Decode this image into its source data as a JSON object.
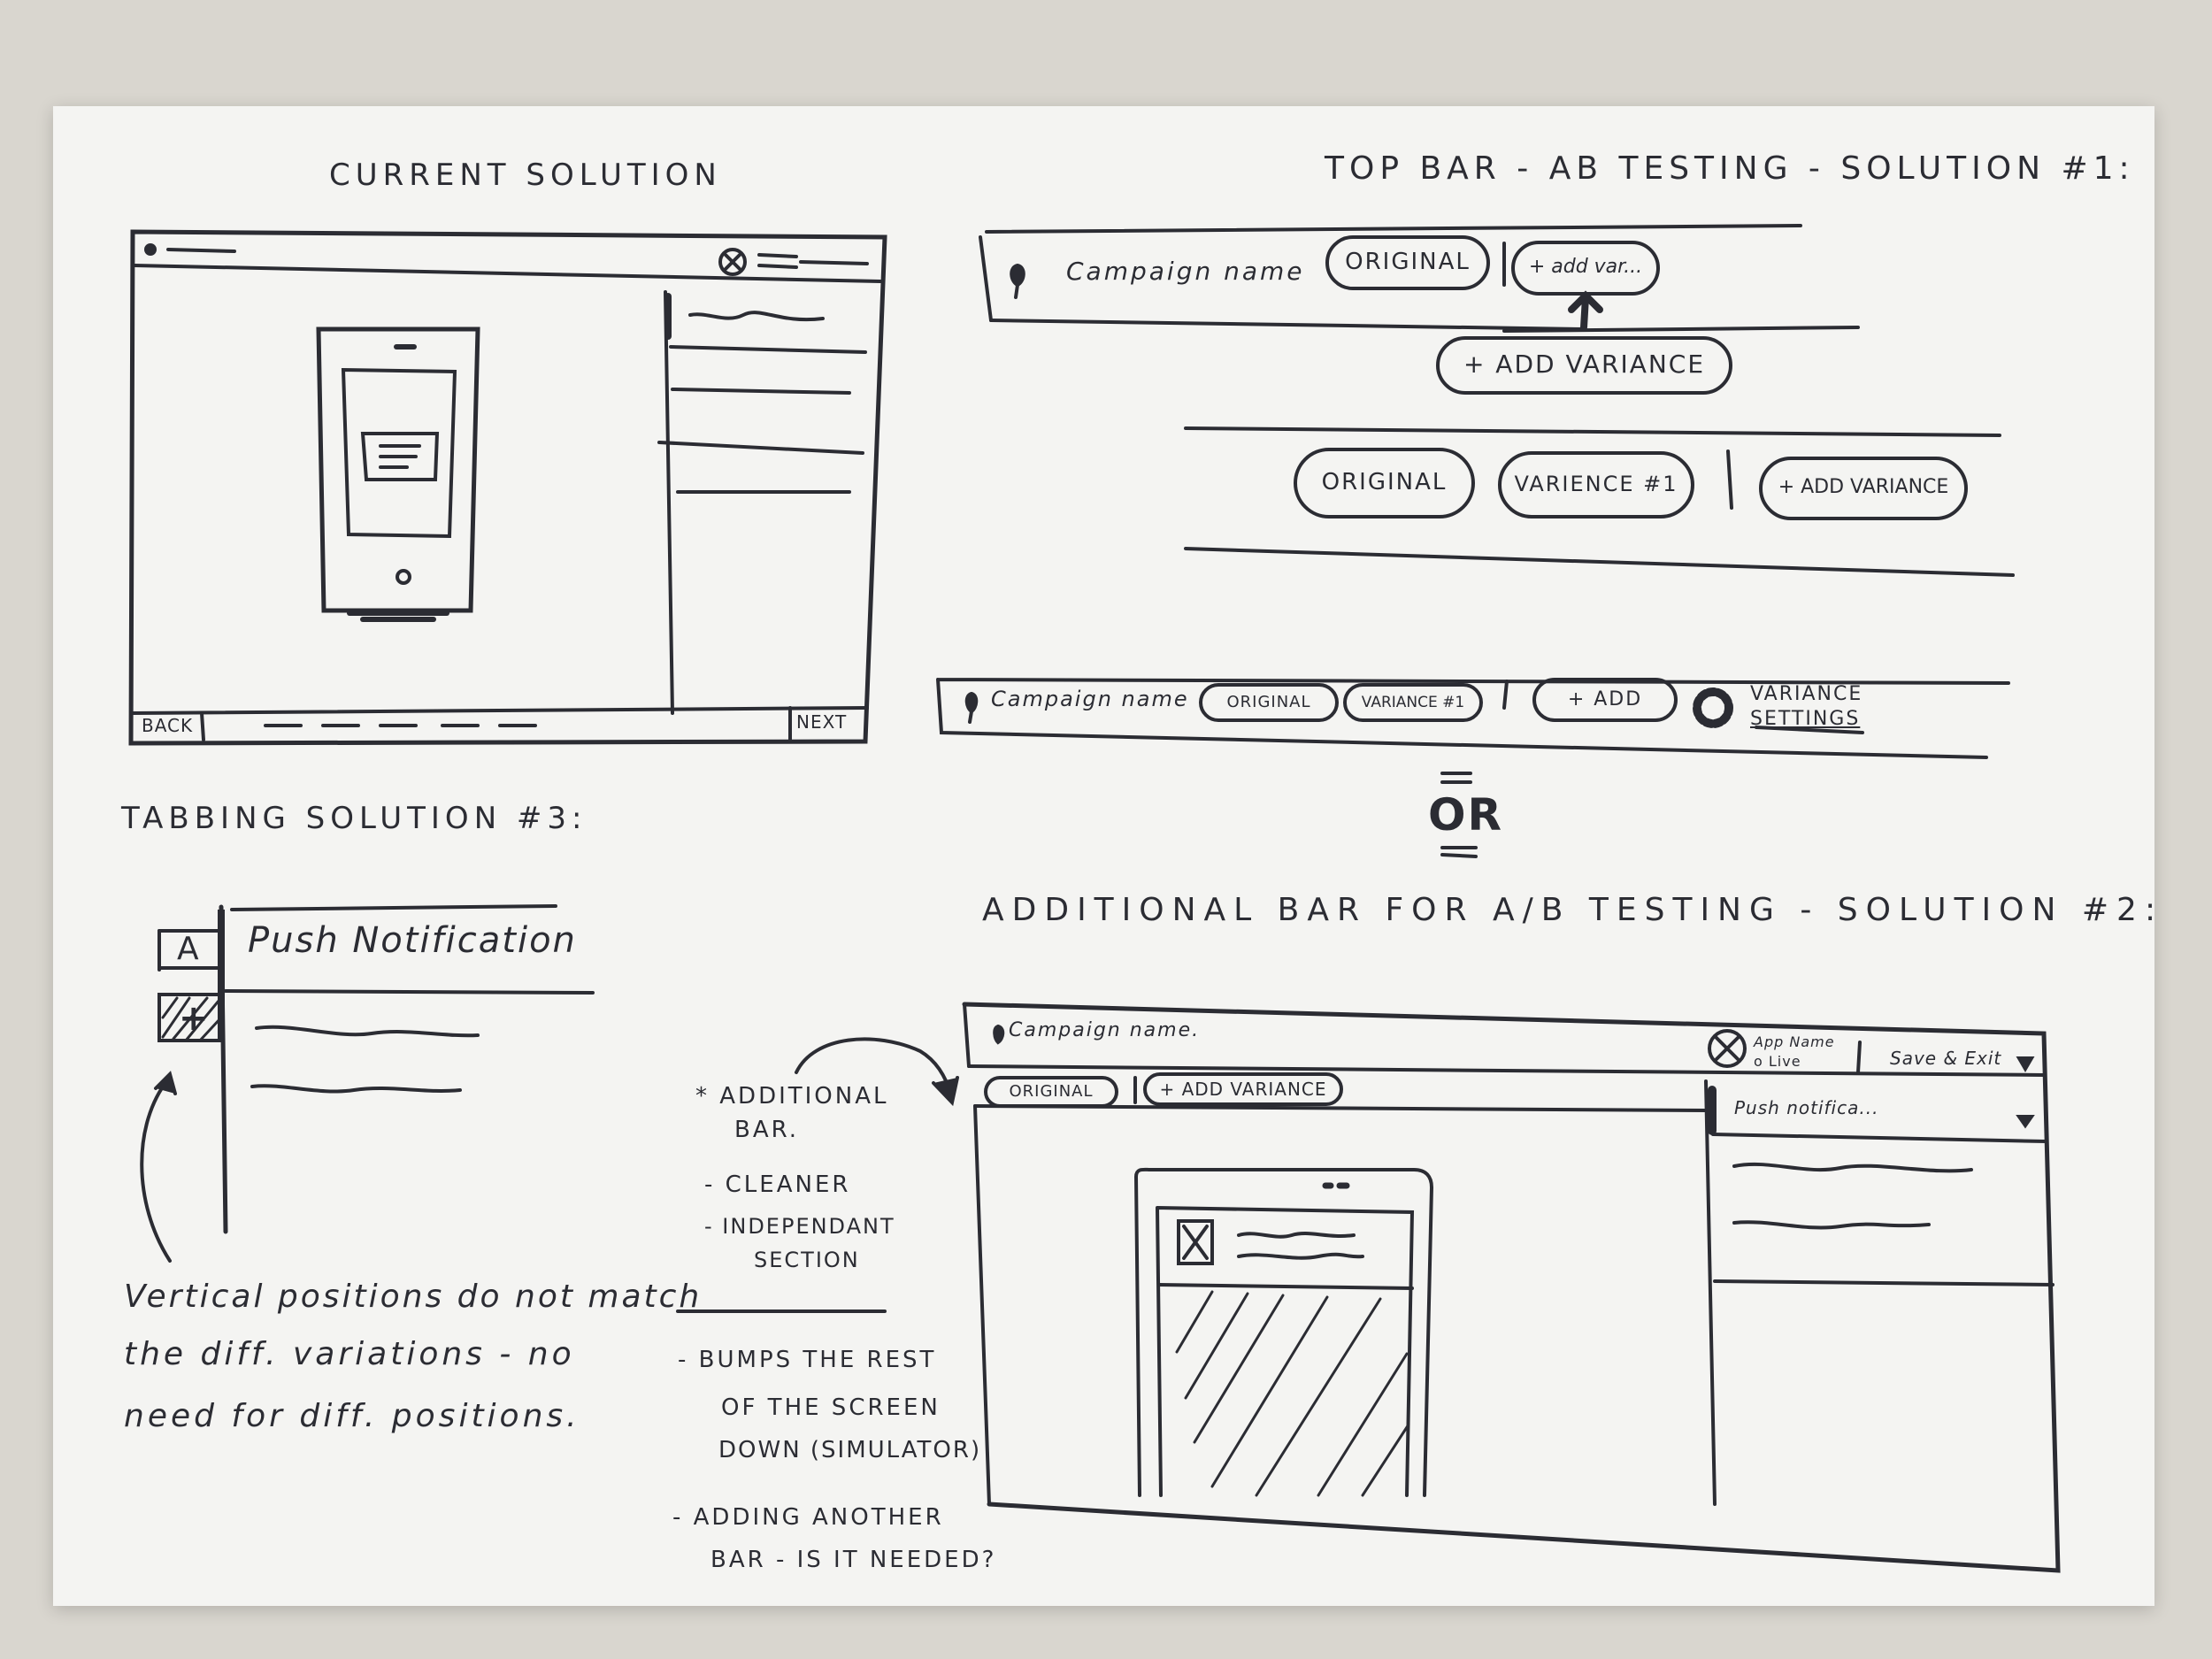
{
  "current_solution": {
    "title": "CURRENT SOLUTION",
    "back_label": "BACK",
    "next_label": "NEXT"
  },
  "solution1": {
    "title": "TOP BAR - AB TESTING - SOLUTION #1:",
    "bar1": {
      "campaign_name": "Campaign name",
      "original": "ORIGINAL",
      "add_variance_small": "+ add var...",
      "add_variance_callout": "+ ADD VARIANCE"
    },
    "bar2": {
      "original": "ORIGINAL",
      "variance1": "VARIENCE #1",
      "add_variance": "+ ADD VARIANCE"
    },
    "bar3": {
      "campaign_name": "Campaign name",
      "original": "ORIGINAL",
      "variance1": "VARIANCE #1",
      "add": "+ ADD",
      "settings_line1": "VARIANCE",
      "settings_line2": "SETTINGS"
    }
  },
  "or_label": "OR",
  "solution3": {
    "title": "TABBING SOLUTION #3:",
    "tab_a": "A",
    "tab_add": "+",
    "header_text": "Push Notification",
    "note": [
      "Vertical positions do not match",
      "the diff. variations - no",
      "need for diff. positions."
    ]
  },
  "solution2": {
    "title": "ADDITIONAL BAR FOR A/B TESTING - SOLUTION #2:",
    "campaign_name": "Campaign name.",
    "app_name": "App Name",
    "live": "o Live",
    "save_exit": "Save & Exit",
    "original": "ORIGINAL",
    "add_variance": "+ ADD VARIANCE",
    "panel_header": "Push notifica...",
    "notes": {
      "additional_bar": "* ADDITIONAL",
      "additional_bar2": "BAR.",
      "cleaner": "- CLEANER",
      "independent1": "- INDEPENDANT",
      "independent2": "SECTION",
      "bumps1": "- BUMPS THE REST",
      "bumps2": "OF THE SCREEN",
      "bumps3": "DOWN (SIMULATOR)",
      "adding1": "- ADDING ANOTHER",
      "adding2": "BAR - IS IT NEEDED?"
    }
  }
}
